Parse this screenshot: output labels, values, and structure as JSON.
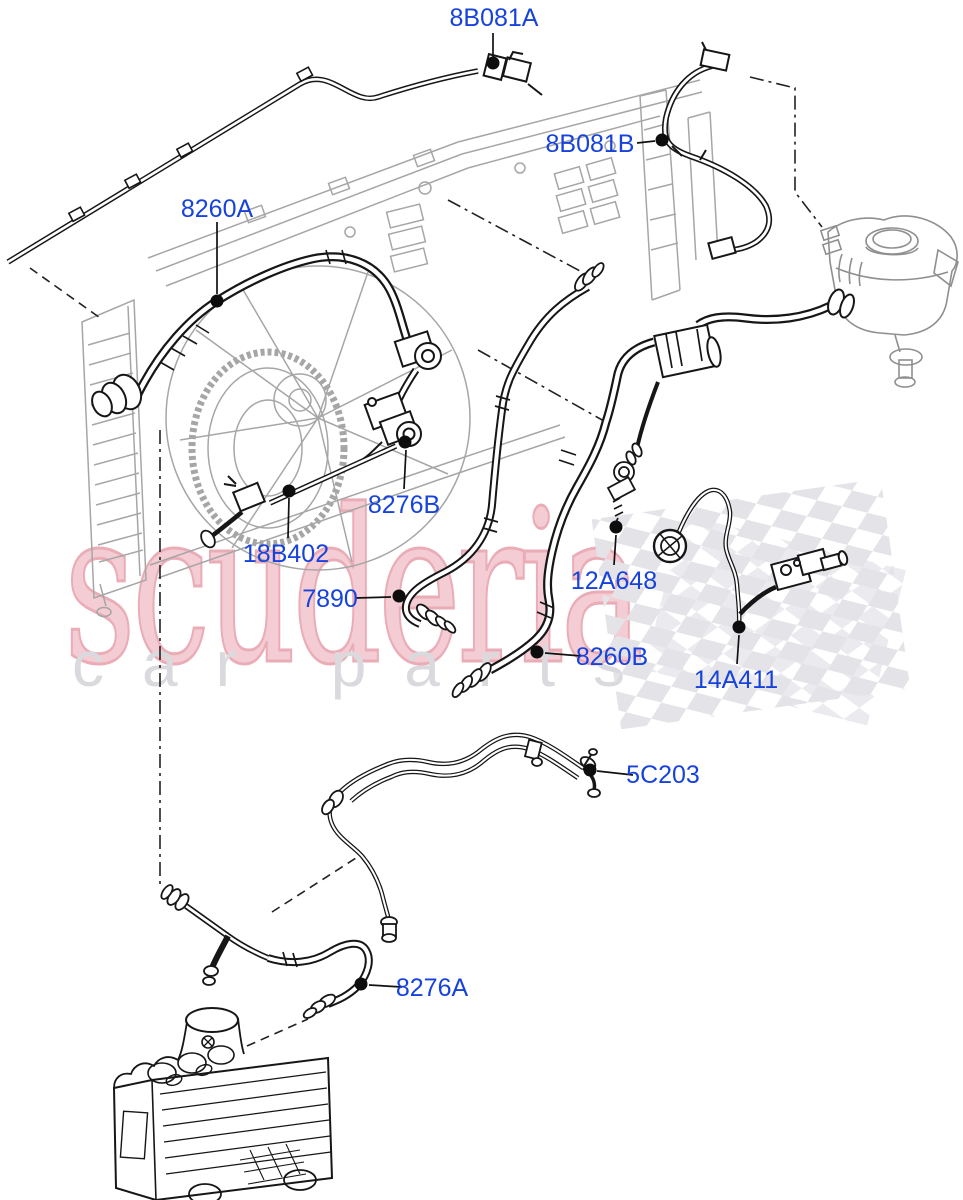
{
  "diagram": {
    "type": "exploded-parts-diagram",
    "labels": [
      {
        "text": "8B081A"
      },
      {
        "text": "8B081B"
      },
      {
        "text": "8260A"
      },
      {
        "text": "8276B"
      },
      {
        "text": "18B402"
      },
      {
        "text": "7890"
      },
      {
        "text": "12A648"
      },
      {
        "text": "8260B"
      },
      {
        "text": "14A411"
      },
      {
        "text": "5C203"
      },
      {
        "text": "8276A"
      }
    ],
    "label_color": "#1743dc"
  },
  "watermark": {
    "brand": "scuderia",
    "tagline": "car parts",
    "brand_color": "#f4ccd3",
    "tagline_color": "#dadade"
  }
}
